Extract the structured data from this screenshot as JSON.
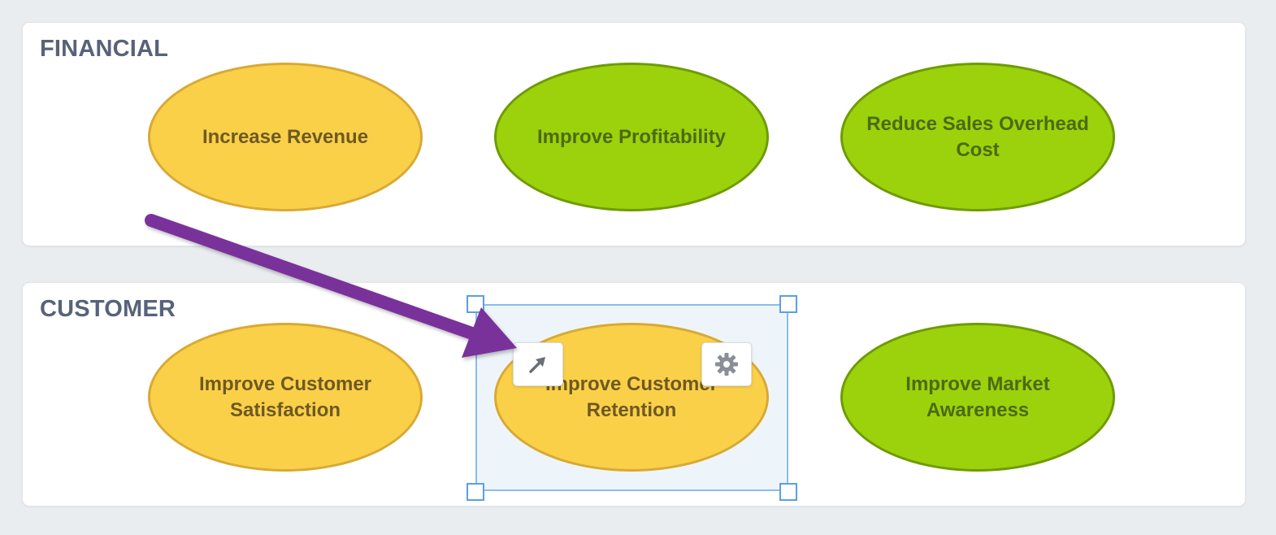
{
  "perspectives": [
    {
      "title": "FINANCIAL",
      "objectives": [
        {
          "label": "Increase Revenue",
          "status": "yellow"
        },
        {
          "label": "Improve Profitability",
          "status": "green"
        },
        {
          "label": "Reduce Sales Overhead Cost",
          "status": "green"
        }
      ]
    },
    {
      "title": "CUSTOMER",
      "objectives": [
        {
          "label": "Improve Customer Satisfaction",
          "status": "yellow"
        },
        {
          "label": "Improve Customer Retention",
          "status": "yellow",
          "selected": true
        },
        {
          "label": "Improve Market Awareness",
          "status": "green"
        }
      ]
    }
  ],
  "selection_tools": {
    "connect_icon": "arrow-up-right-icon",
    "settings_icon": "gear-icon"
  },
  "colors": {
    "status_yellow": "#fbd049",
    "status_green": "#9bd20b",
    "annotation_arrow": "#7a339b",
    "selection": "#5a9fe6"
  }
}
